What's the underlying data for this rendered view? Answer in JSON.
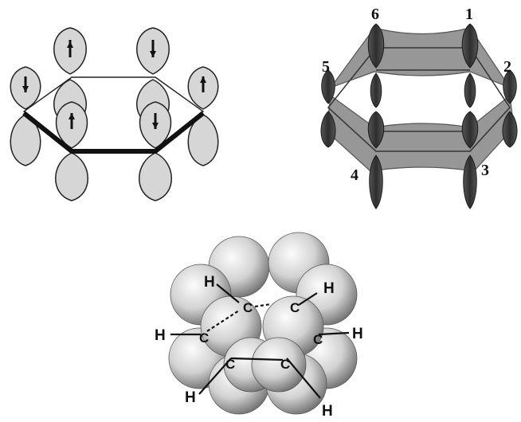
{
  "panels": {
    "ring_labels": [
      "6",
      "1",
      "2",
      "3",
      "4",
      "5"
    ],
    "space_filling": {
      "hydrogen_label": "H",
      "carbon_label": "C"
    }
  },
  "colors": {
    "lobe_light": "#d4d4d4",
    "lobe_dark": "#3a3a3a",
    "band": "#8c8c8c",
    "sphere_light": "#f4f4f4",
    "sphere_shadow": "#6e6e6e"
  }
}
